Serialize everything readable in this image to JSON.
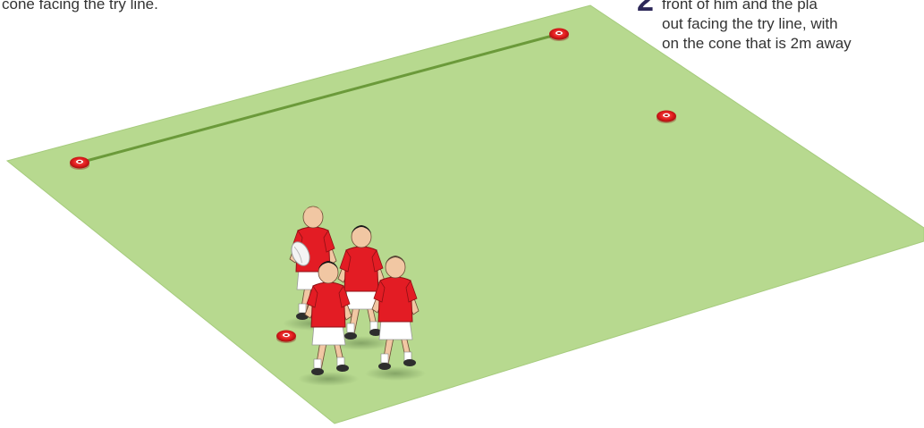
{
  "captions": {
    "left_line": "cone facing the try line.",
    "right_lines": [
      " front of him and the pla",
      "out facing the try line, with",
      "on the cone that is 2m away"
    ],
    "step_number": "2"
  },
  "colors": {
    "pitch": "#b7d98f",
    "line": "#6b9a3a",
    "cone": "#e11d1d",
    "shirt": "#e31c24",
    "shorts": "#ffffff",
    "step_number": "#2c2758"
  },
  "icons": {
    "cone": "cone-icon",
    "ball": "rugby-ball-icon",
    "player": "player-icon"
  }
}
